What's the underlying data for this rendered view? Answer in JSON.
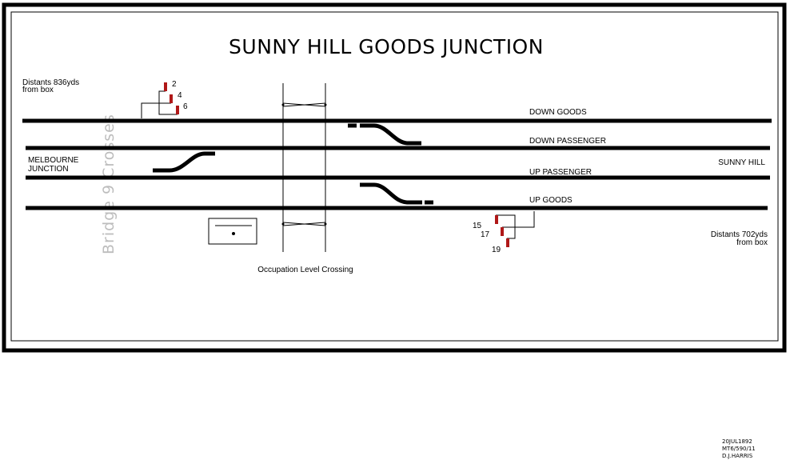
{
  "title": "SUNNY HILL GOODS JUNCTION",
  "tracks": {
    "down_goods": "DOWN GOODS",
    "down_passenger": "DOWN PASSENGER",
    "up_passenger": "UP PASSENGER",
    "up_goods": "UP GOODS"
  },
  "left_end": {
    "line1": "MELBOURNE",
    "line2": "JUNCTION"
  },
  "right_end": "SUNNY HILL",
  "distants_left": {
    "line1": "Distants 836yds",
    "line2": "from box"
  },
  "distants_right": {
    "line1": "Distants 702yds",
    "line2": "from box"
  },
  "bridge_text": "Bridge 9 Crosses",
  "crossing_label": "Occupation Level Crossing",
  "signals_left": [
    "2",
    "4",
    "6"
  ],
  "signals_right": [
    "15",
    "17",
    "19"
  ],
  "signal_color": "#b01818",
  "credits": [
    "20JUL1892",
    "MT6/590/11",
    "D.J.HARRIS"
  ]
}
